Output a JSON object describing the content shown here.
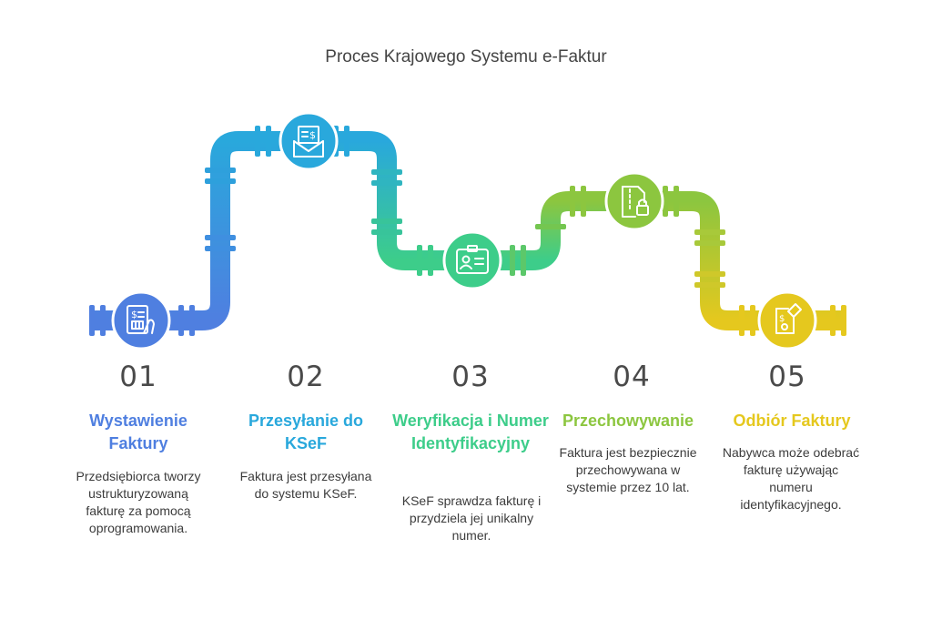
{
  "title": "Proces Krajowego Systemu e-Faktur",
  "colors": {
    "step1": "#4f7fe0",
    "step2": "#29a8dc",
    "step3": "#3dcd8a",
    "step4": "#8cc63f",
    "step5": "#e5c81e"
  },
  "steps": [
    {
      "number": "01",
      "heading": "Wystawienie Faktury",
      "description": "Przedsiębiorca tworzy ustrukturyzowaną fakturę za pomocą oprogramowania.",
      "icon": "invoice-hand-icon"
    },
    {
      "number": "02",
      "heading": "Przesyłanie do KSeF",
      "description": "Faktura jest przesyłana do systemu KSeF.",
      "icon": "envelope-invoice-icon"
    },
    {
      "number": "03",
      "heading": "Weryfikacja i Numer Identyfikacyjny",
      "description": "KSeF sprawdza fakturę i przydziela jej unikalny numer.",
      "icon": "id-badge-icon"
    },
    {
      "number": "04",
      "heading": "Przechowywanie",
      "description": "Faktura jest bezpiecznie przechowywana w systemie przez 10 lat.",
      "icon": "locked-archive-icon"
    },
    {
      "number": "05",
      "heading": "Odbiór Faktury",
      "description": "Nabywca może odebrać fakturę używając numeru identyfikacyjnego.",
      "icon": "receipt-receive-icon"
    }
  ]
}
